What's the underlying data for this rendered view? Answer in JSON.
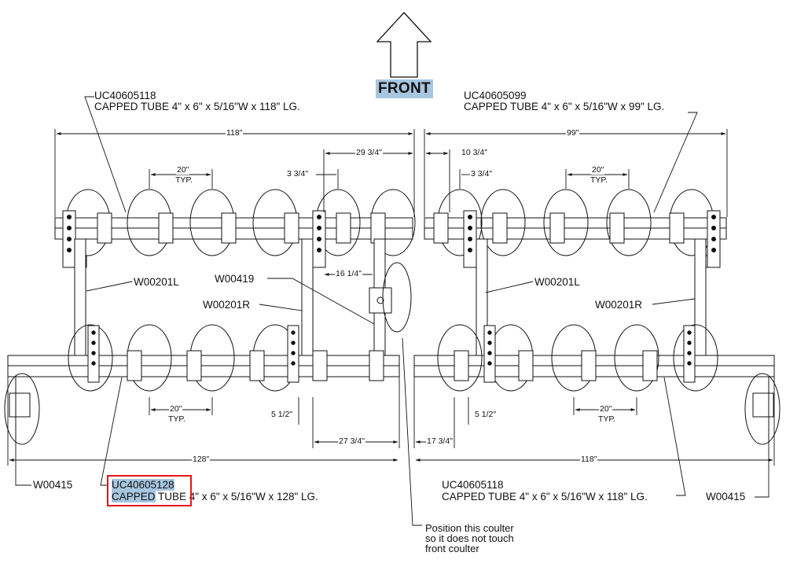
{
  "direction_label": "FRONT",
  "parts": {
    "top_left_tube": {
      "code": "UC40605118",
      "desc": "CAPPED TUBE 4\" x 6\" x 5/16\"W x 118\" LG."
    },
    "top_right_tube": {
      "code": "UC40605099",
      "desc": "CAPPED TUBE 4\" x 6\" x 5/16\"W x 99\" LG."
    },
    "bottom_left_tube": {
      "code": "UC40605128",
      "desc_highlight": "CAPPED",
      "desc_rest": " TUBE 4\" x 6\" x 5/16\"W x 128\" LG."
    },
    "bottom_right_tube": {
      "code": "UC40605118",
      "desc": "CAPPED TUBE 4\" x 6\" x 5/16\"W x 118\" LG."
    },
    "w00201l_left": "W00201L",
    "w00201l_right": "W00201L",
    "w00201r_left": "W00201R",
    "w00201r_right": "W00201R",
    "w00419": "W00419",
    "w00415_left": "W00415",
    "w00415_right": "W00415"
  },
  "dimensions": {
    "top_left_overall": "118\"",
    "top_right_overall": "99\"",
    "top_center_offset": "29 3/4\"",
    "top_right_offset": "10 3/4\"",
    "spacing_tl": "20\"",
    "typ_tl": "TYP.",
    "spacing_tr": "20\"",
    "typ_tr": "TYP.",
    "disc_offset_left": "3 3/4\"",
    "disc_offset_right": "3 3/4\"",
    "center_coulter": "16 1/4\"",
    "spacing_bl": "20\"",
    "typ_bl": "TYP.",
    "spacing_br": "20\"",
    "typ_br": "TYP.",
    "bottom_offset_left": "5 1/2\"",
    "bottom_offset_right": "5 1/2\"",
    "bottom_center_offset": "27 3/4\"",
    "bottom_right_offset": "17 3/4\"",
    "bottom_left_overall": "128\"",
    "bottom_right_overall": "118\""
  },
  "note": [
    "Position this coulter",
    "so it does not touch",
    "front coulter"
  ],
  "colors": {
    "highlight": "#a7c6e0",
    "callout_box": "#e5141b"
  }
}
